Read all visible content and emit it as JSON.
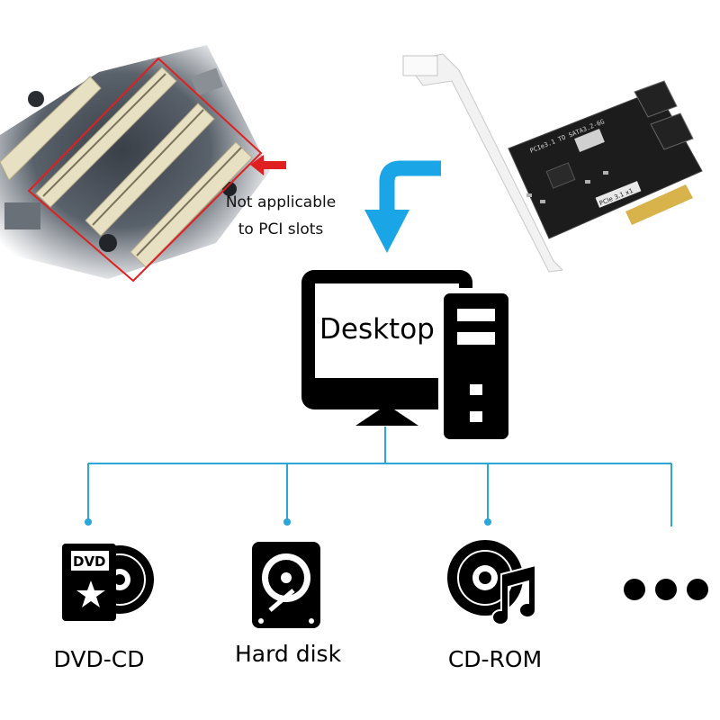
{
  "callout": {
    "line1": "Not applicable",
    "line2": "to PCI slots"
  },
  "desktop": {
    "label": "Desktop"
  },
  "card": {
    "model_text": "PCIe3.1 TO SATA3.2-6G",
    "slot_text": "PCIe 3.1 x1"
  },
  "devices": [
    {
      "label": "DVD-CD",
      "icon": "dvd-case-icon",
      "badge": "DVD"
    },
    {
      "label": "Hard disk",
      "icon": "hard-disk-icon"
    },
    {
      "label": "CD-ROM",
      "icon": "cd-music-icon"
    },
    {
      "icon": "ellipsis-icon"
    }
  ],
  "colors": {
    "arrow": "#1aa6e6",
    "tree": "#2aa6d8",
    "highlight": "#e02020"
  }
}
